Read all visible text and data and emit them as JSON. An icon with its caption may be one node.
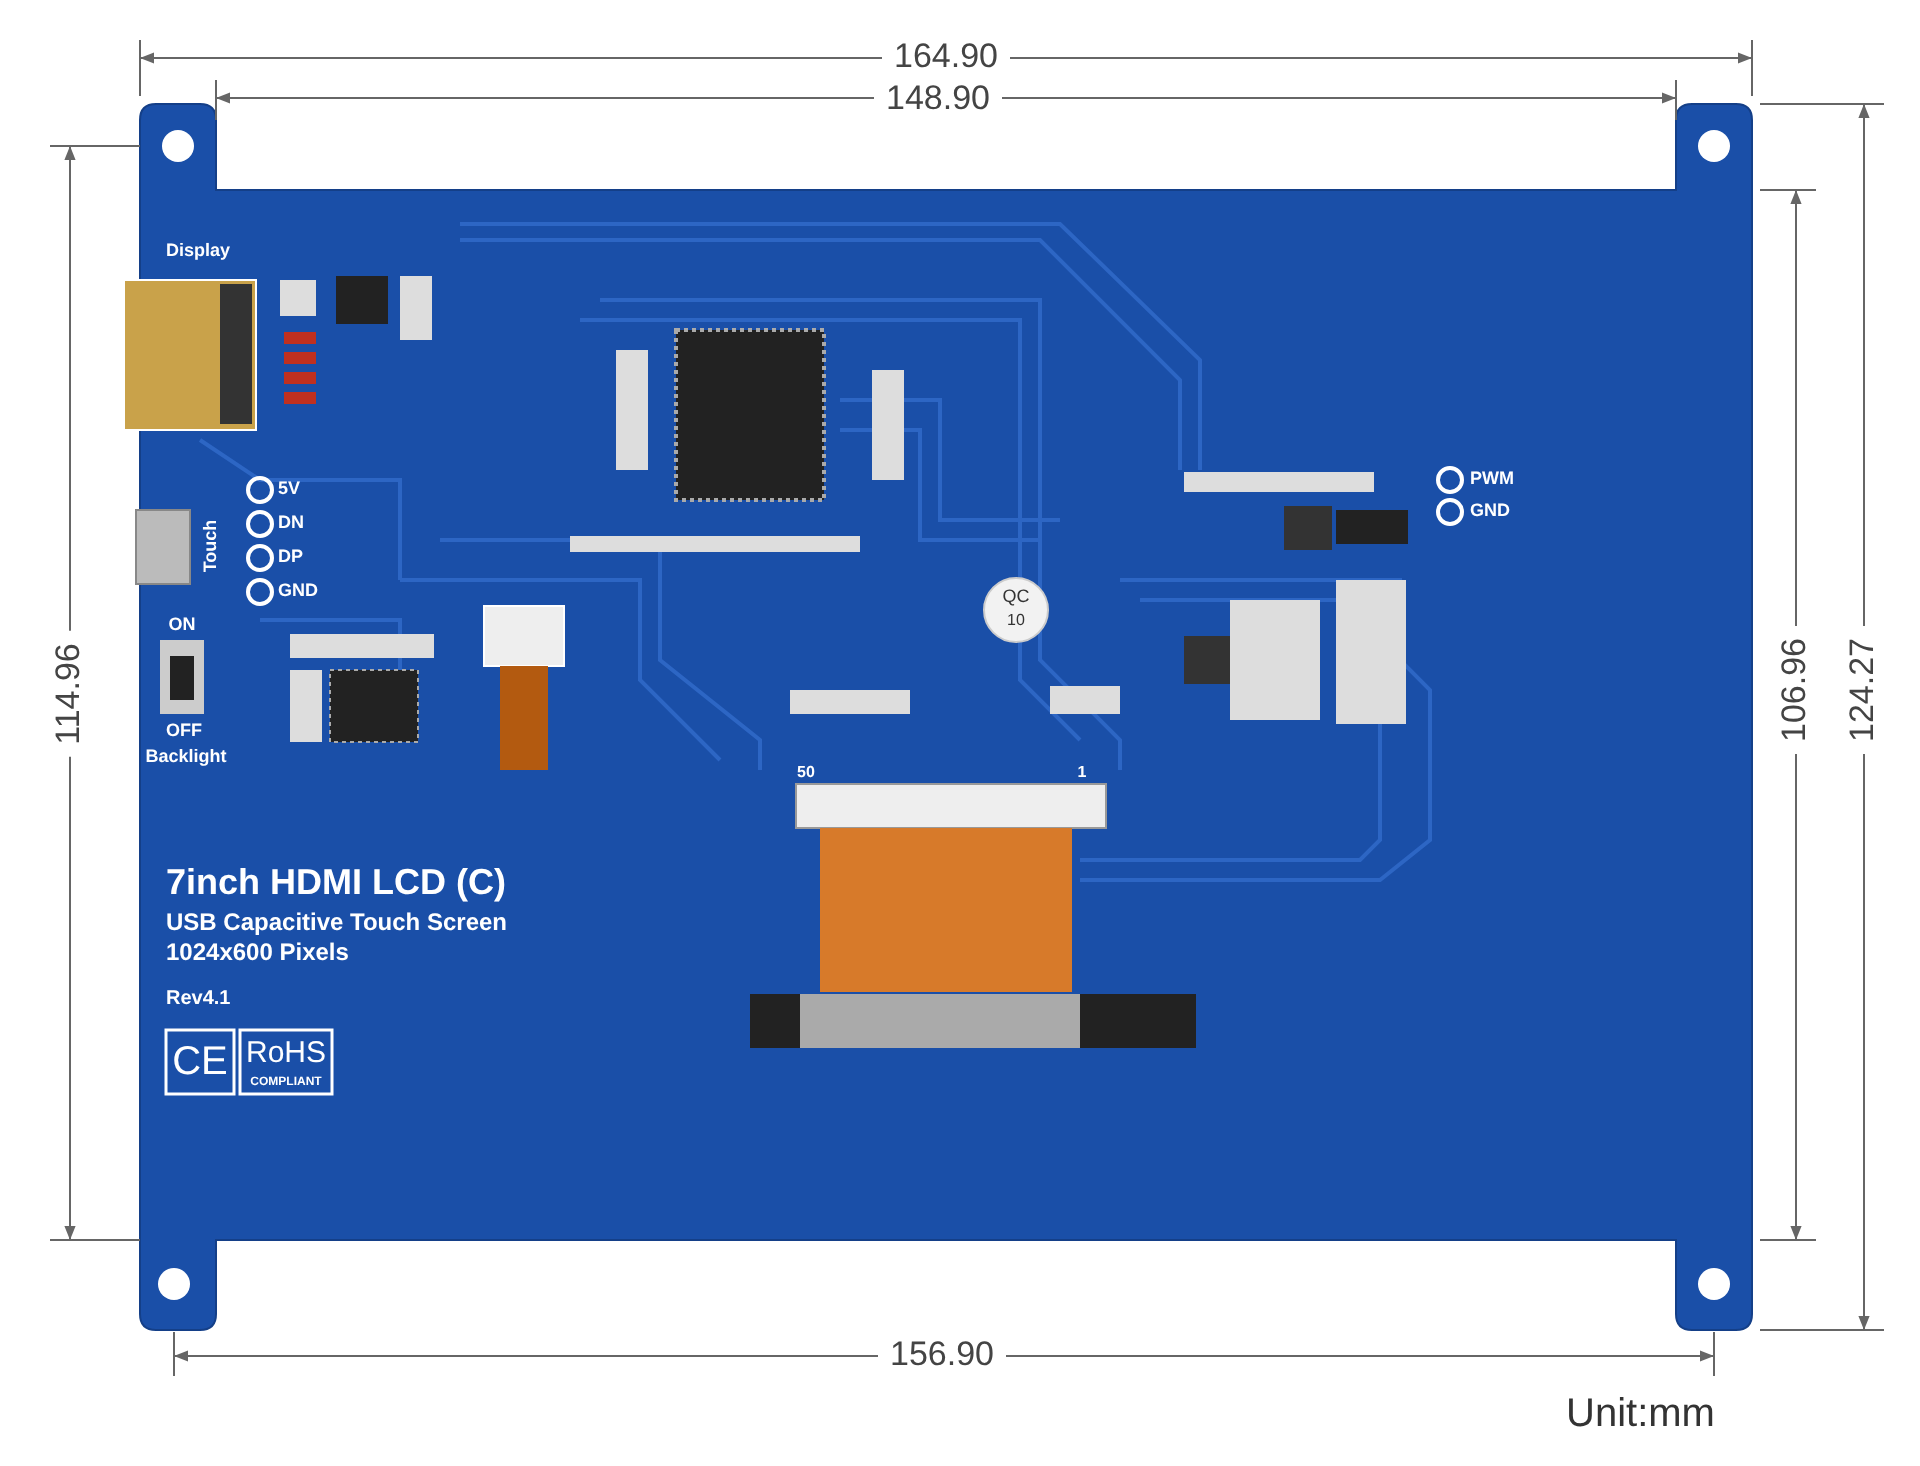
{
  "diagram": {
    "labels": [
      "164.90",
      "148.90",
      "114.96",
      "106.96",
      "124.27",
      "Display",
      "5V",
      "DN",
      "DP",
      "GND",
      "Touch",
      "ON",
      "OFF",
      "Backlight",
      "QC",
      "10",
      "PWM",
      "GND",
      "50",
      "1",
      "7inch HDMI LCD (C)",
      "USB Capacitive Touch Screen",
      "1024x600 Pixels",
      "Rev4.1",
      "CE",
      "RoHS",
      "COMPLIANT",
      "156.90",
      "Unit:mm"
    ]
  }
}
